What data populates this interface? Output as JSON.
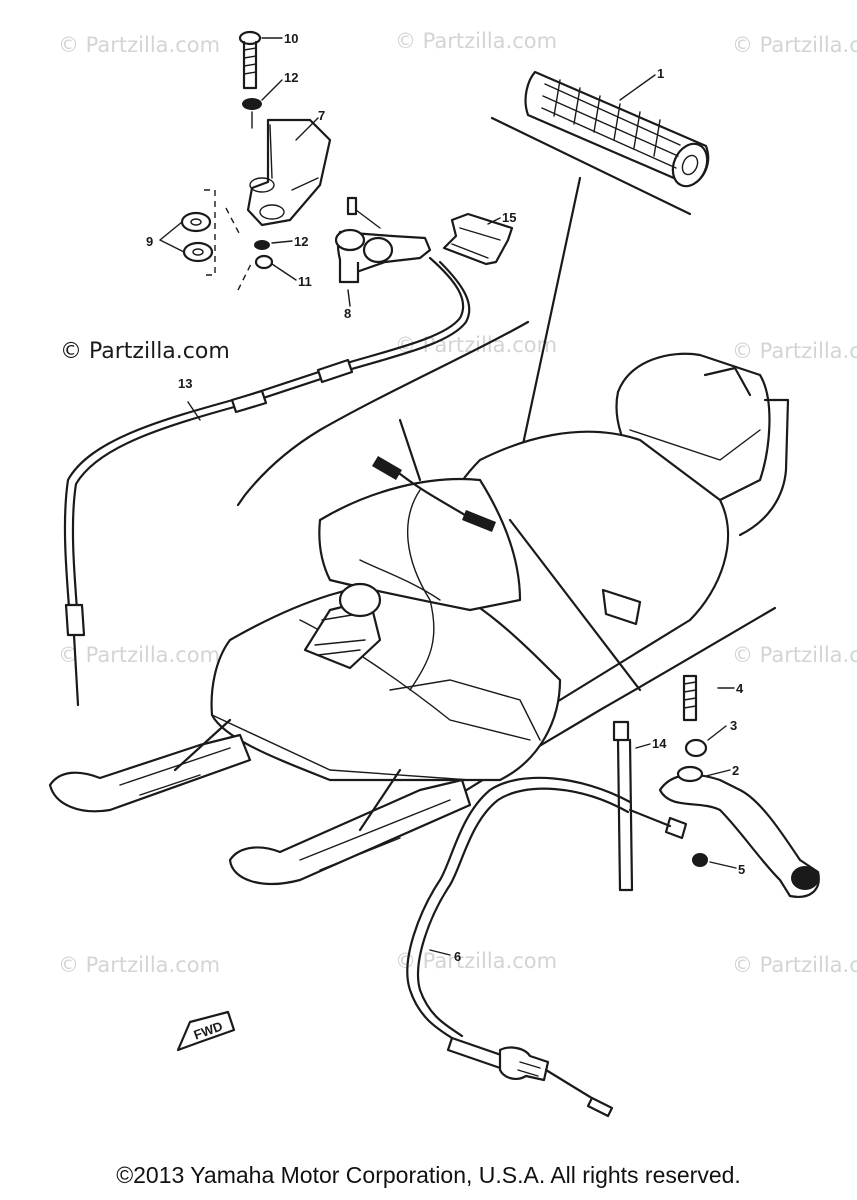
{
  "watermark": "© Partzilla.com",
  "watermark_dark": "© Partzilla.com",
  "callouts": {
    "c1": "1",
    "c2": "2",
    "c3": "3",
    "c4": "4",
    "c5": "5",
    "c6": "6",
    "c7": "7",
    "c8": "8",
    "c9": "9",
    "c10": "10",
    "c11": "11",
    "c12a": "12",
    "c12b": "12",
    "c13": "13",
    "c14": "14",
    "c15": "15"
  },
  "fwd_label": "FWD",
  "copyright": "©2013  Yamaha Motor Corporation, U.S.A. All rights reserved."
}
